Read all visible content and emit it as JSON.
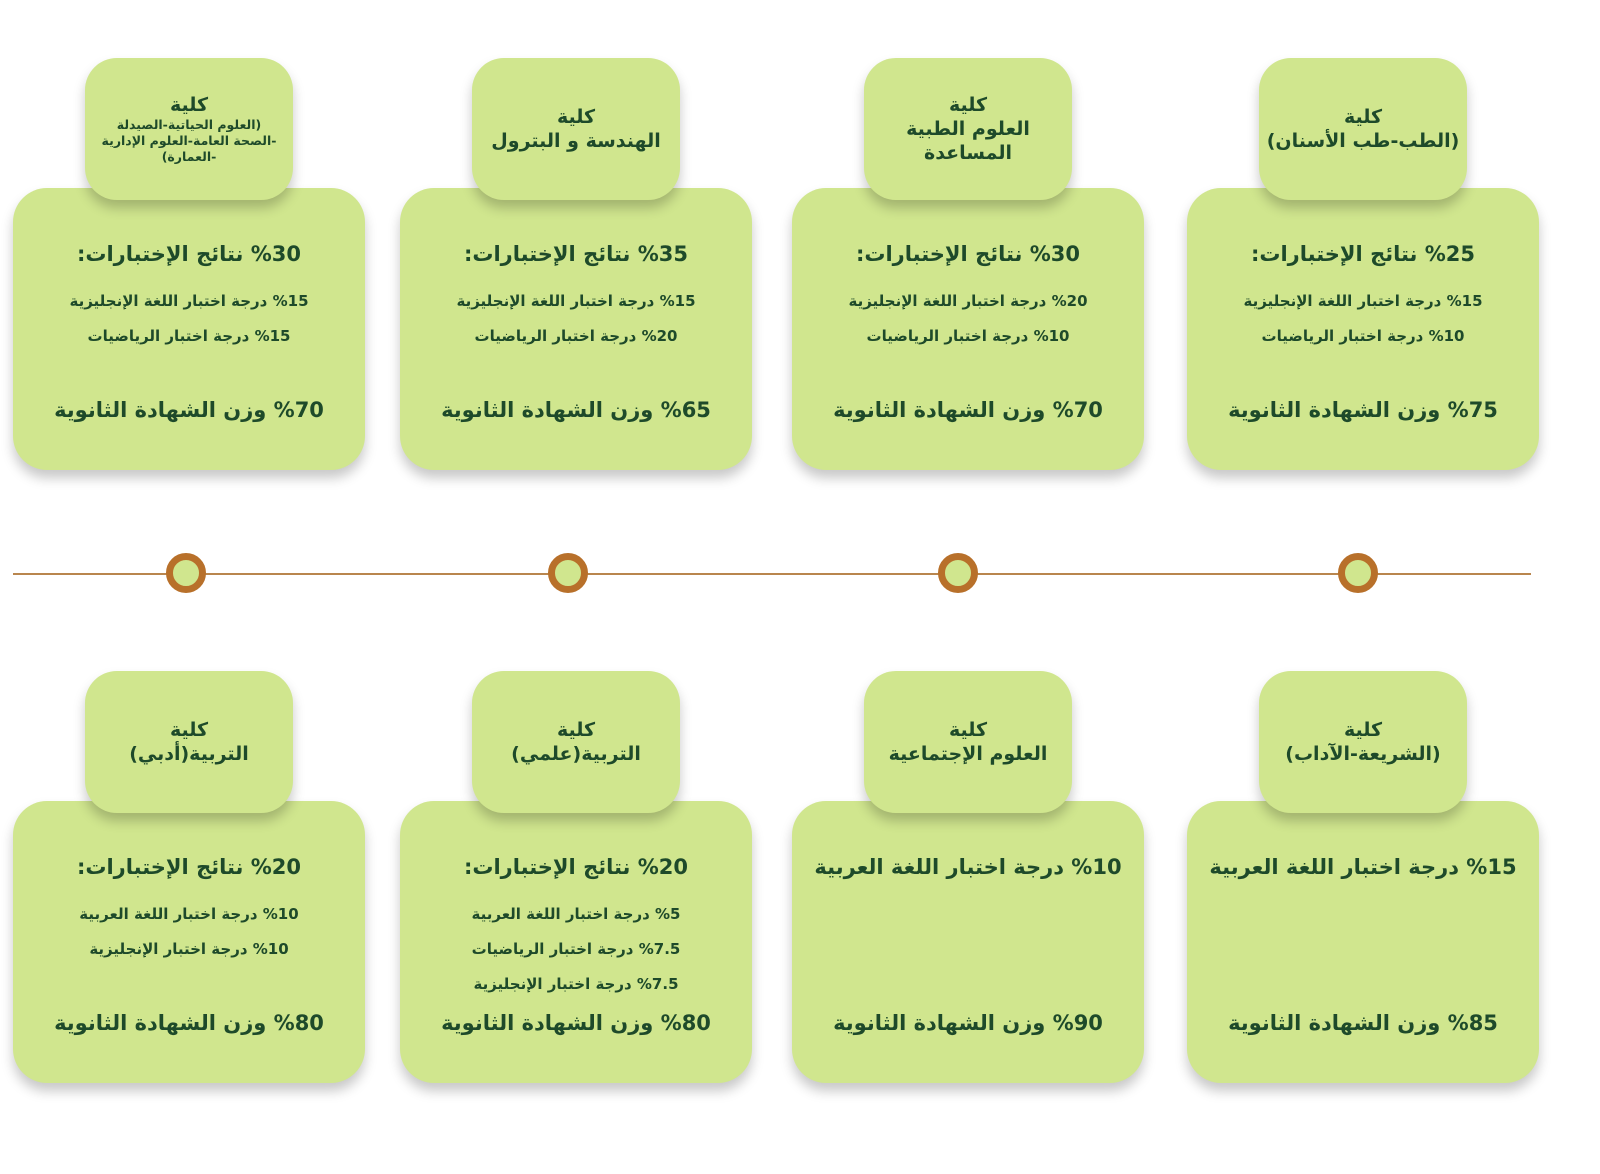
{
  "colors": {
    "card": "#d0e68e",
    "text": "#1e4a2a",
    "timeline": "#b9864e",
    "node_ring": "#b8702a"
  },
  "top_row": [
    {
      "title": "كلية",
      "lines": [
        "(الطب-طب الأسنان)"
      ],
      "heading": "%25 نتائج الإختبارات:",
      "items": [
        "%15 درجة اختبار اللغة الإنجليزية",
        "%10 درجة اختبار الرياضيات"
      ],
      "weight": "%75 وزن الشهادة الثانوية"
    },
    {
      "title": "كلية",
      "lines": [
        "العلوم الطبية",
        "المساعدة"
      ],
      "heading": "%30 نتائج الإختبارات:",
      "items": [
        "%20 درجة اختبار اللغة الإنجليزية",
        "%10 درجة اختبار الرياضيات"
      ],
      "weight": "%70 وزن الشهادة الثانوية"
    },
    {
      "title": "كلية",
      "lines": [
        "الهندسة و البترول"
      ],
      "heading": "%35 نتائج الإختبارات:",
      "items": [
        "%15 درجة اختبار اللغة الإنجليزية",
        "%20 درجة اختبار الرياضيات"
      ],
      "weight": "%65 وزن الشهادة الثانوية"
    },
    {
      "title": "كلية",
      "lines": [
        "(العلوم الحياتية-الصيدلة",
        "-الصحة العامة-العلوم الإدارية",
        "-العمارة)"
      ],
      "heading": "%30 نتائج الإختبارات:",
      "items": [
        "%15 درجة اختبار اللغة الإنجليزية",
        "%15 درجة اختبار الرياضيات"
      ],
      "weight": "%70 وزن الشهادة الثانوية"
    }
  ],
  "bottom_row": [
    {
      "title": "كلية",
      "lines": [
        "(الشريعة-الآداب)"
      ],
      "heading": "%15 درجة اختبار اللغة العربية",
      "items": [],
      "weight": "%85 وزن الشهادة الثانوية"
    },
    {
      "title": "كلية",
      "lines": [
        "العلوم الإجتماعية"
      ],
      "heading": "%10 درجة اختبار اللغة العربية",
      "items": [],
      "weight": "%90 وزن الشهادة الثانوية"
    },
    {
      "title": "كلية",
      "lines": [
        "التربية(علمي)"
      ],
      "heading": "%20 نتائج الإختبارات:",
      "items": [
        "%5 درجة اختبار اللغة العربية",
        "%7.5 درجة اختبار الرياضيات",
        "%7.5 درجة اختبار الإنجليزية"
      ],
      "weight": "%80 وزن الشهادة الثانوية"
    },
    {
      "title": "كلية",
      "lines": [
        "التربية(أدبي)"
      ],
      "heading": "%20 نتائج الإختبارات:",
      "items": [
        "%10 درجة اختبار اللغة العربية",
        "%10 درجة اختبار الإنجليزية"
      ],
      "weight": "%80 وزن الشهادة الثانوية"
    }
  ]
}
